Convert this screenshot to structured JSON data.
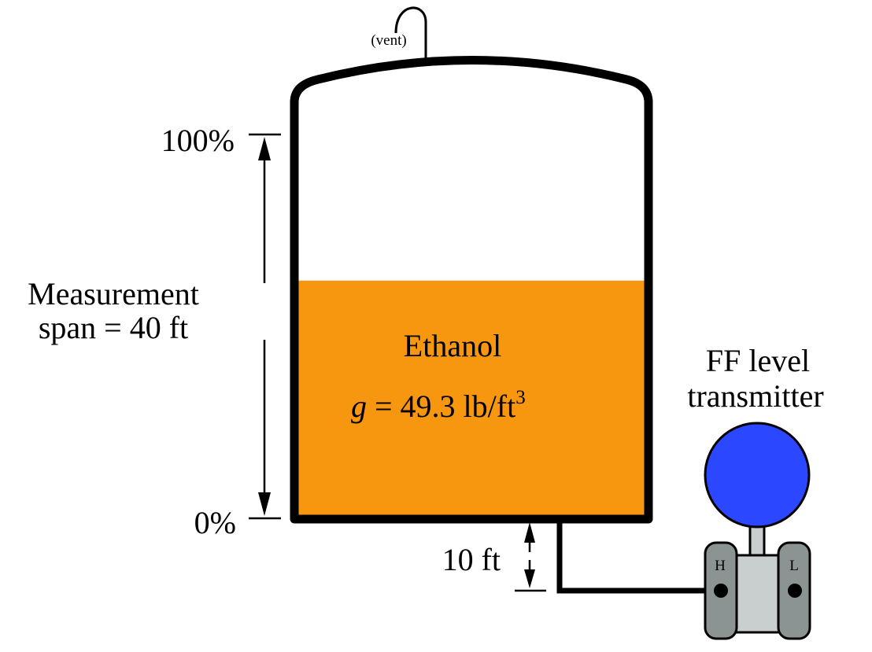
{
  "labels": {
    "vent": "(vent)",
    "pct_100": "100%",
    "pct_0": "0%",
    "span_line1": "Measurement",
    "span_line2": "span = 40 ft",
    "fluid_name": "Ethanol",
    "density_symbol": "g",
    "density_value": " = 49.3 lb/ft",
    "density_exponent": "3",
    "offset": "10 ft",
    "transmitter_line1": "FF level",
    "transmitter_line2": "transmitter",
    "port_high": "H",
    "port_low": "L"
  },
  "colors": {
    "liquid": "#F7970F",
    "transmitter_head": "#2B47FF",
    "transmitter_body": "#C9CFCF",
    "transmitter_flange": "#8C9393",
    "outline": "#000000"
  },
  "level_fraction": 0.62
}
